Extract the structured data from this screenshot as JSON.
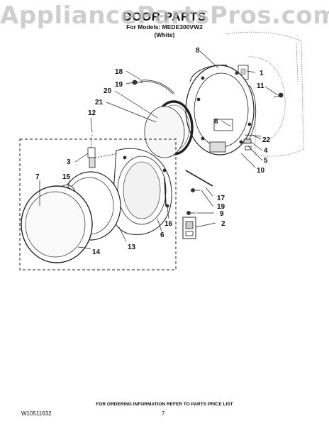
{
  "watermark": "AppliancePartsPros.com",
  "header": {
    "title": "DOOR PARTS",
    "models_line": "For Models: MEDE300VW2",
    "color_line": "(White)"
  },
  "callouts": [
    {
      "id": "c8a",
      "text": "8"
    },
    {
      "id": "c18",
      "text": "18"
    },
    {
      "id": "c1",
      "text": "1"
    },
    {
      "id": "c19a",
      "text": "19"
    },
    {
      "id": "c11",
      "text": "11"
    },
    {
      "id": "c20",
      "text": "20"
    },
    {
      "id": "c21",
      "text": "21"
    },
    {
      "id": "c12",
      "text": "12"
    },
    {
      "id": "c8b",
      "text": "8"
    },
    {
      "id": "c22",
      "text": "22"
    },
    {
      "id": "c4",
      "text": "4"
    },
    {
      "id": "c5",
      "text": "5"
    },
    {
      "id": "c3",
      "text": "3"
    },
    {
      "id": "c10",
      "text": "10"
    },
    {
      "id": "c7",
      "text": "7"
    },
    {
      "id": "c15",
      "text": "15"
    },
    {
      "id": "c17",
      "text": "17"
    },
    {
      "id": "c19b",
      "text": "19"
    },
    {
      "id": "c9",
      "text": "9"
    },
    {
      "id": "c16",
      "text": "16"
    },
    {
      "id": "c2",
      "text": "2"
    },
    {
      "id": "c6",
      "text": "6"
    },
    {
      "id": "c13",
      "text": "13"
    },
    {
      "id": "c14",
      "text": "14"
    }
  ],
  "footer": {
    "ordering_note": "FOR ORDERING INFORMATION REFER TO PARTS PRICE LIST",
    "doc_number": "W10511632",
    "page_number": "7"
  }
}
